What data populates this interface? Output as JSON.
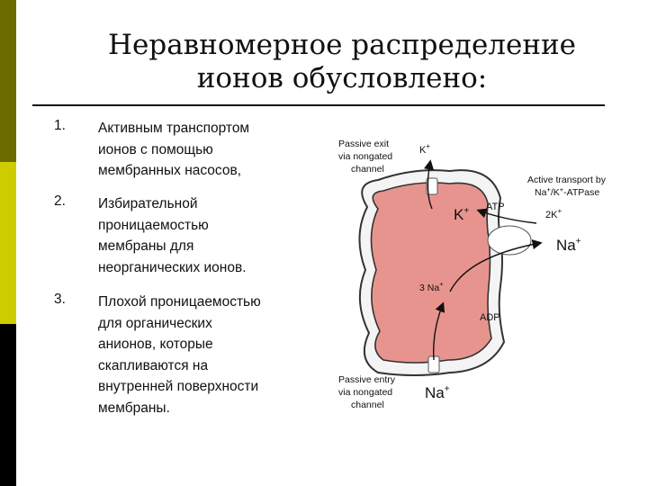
{
  "title": {
    "line1": "Неравномерное распределение",
    "line2": "ионов обусловлено:"
  },
  "list": [
    {
      "number": "1.",
      "text": "Активным транспортом\nионов с помощью\nмембранных насосов,"
    },
    {
      "number": "2.",
      "text": "Избирательной\nпроницаемостью\nмембраны для\nнеорганических ионов."
    },
    {
      "number": "3.",
      "text": "Плохой проницаемостью\nдля органических\nанионов, которые\nскапливаются на\nвнутренней поверхности\nмембраны."
    }
  ],
  "diagram": {
    "passive_exit": {
      "line1": "Passive exit",
      "line2": "via nongated",
      "line3": "channel",
      "ion": "K",
      "charge": "+"
    },
    "active_transport": {
      "line1": "Active transport by",
      "line2": "Na",
      "line2_sup1": "+",
      "line2_mid": "/K",
      "line2_sup2": "+",
      "line2_end": "-ATPase"
    },
    "k_inside": {
      "ion": "K",
      "charge": "+"
    },
    "atp": "ATP",
    "two_k": {
      "text": "2K",
      "charge": "+"
    },
    "na_outside": {
      "ion": "Na",
      "charge": "+"
    },
    "three_na": {
      "text": "3 Na",
      "charge": "+"
    },
    "adp": "ADP",
    "passive_entry": {
      "line1": "Passive entry",
      "line2": "via nongated",
      "line3": "channel",
      "ion": "Na",
      "charge": "+"
    }
  },
  "colors": {
    "sidebar_olive": "#6b6b00",
    "sidebar_yellow": "#cccc00",
    "sidebar_black": "#000000",
    "cell_fill": "#e8948e",
    "membrane_fill": "#f4f4f4",
    "outline": "#333333"
  }
}
